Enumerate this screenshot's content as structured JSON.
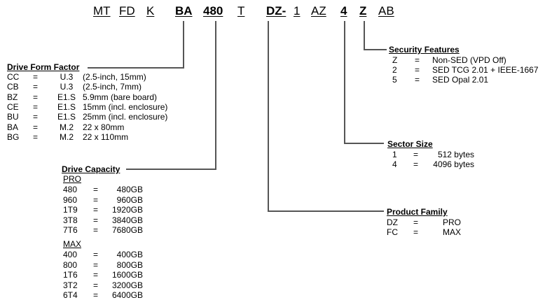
{
  "part_number": [
    "MT",
    "FD",
    "K",
    "BA",
    "480",
    "T",
    "DZ-",
    "1",
    "AZ",
    "4",
    "Z",
    "AB"
  ],
  "form_factor": {
    "title": "Drive Form Factor",
    "rows": [
      [
        "CC",
        "=",
        "U.3",
        "(2.5-inch, 15mm)"
      ],
      [
        "CB",
        "=",
        "U.3",
        "(2.5-inch, 7mm)"
      ],
      [
        "BZ",
        "=",
        "E1.S",
        "5.9mm (bare board)"
      ],
      [
        "CE",
        "=",
        "E1.S",
        "15mm (incl. enclosure)"
      ],
      [
        "BU",
        "=",
        "E1.S",
        "25mm (incl. enclosure)"
      ],
      [
        "BA",
        "=",
        "M.2",
        "22 x 80mm"
      ],
      [
        "BG",
        "=",
        "M.2",
        "22 x 110mm"
      ]
    ]
  },
  "capacity": {
    "title": "Drive Capacity",
    "pro_label": "PRO",
    "pro": [
      [
        "480",
        "=",
        "480GB"
      ],
      [
        "960",
        "=",
        "960GB"
      ],
      [
        "1T9",
        "=",
        "1920GB"
      ],
      [
        "3T8",
        "=",
        "3840GB"
      ],
      [
        "7T6",
        "=",
        "7680GB"
      ]
    ],
    "max_label": "MAX",
    "max": [
      [
        "400",
        "=",
        "400GB"
      ],
      [
        "800",
        "=",
        "800GB"
      ],
      [
        "1T6",
        "=",
        "1600GB"
      ],
      [
        "3T2",
        "=",
        "3200GB"
      ],
      [
        "6T4",
        "=",
        "6400GB"
      ]
    ]
  },
  "security": {
    "title": "Security Features",
    "rows": [
      [
        "Z",
        "=",
        "Non-SED (VPD Off)"
      ],
      [
        "2",
        "=",
        "SED TCG 2.01 + IEEE-1667"
      ],
      [
        "5",
        "=",
        "SED Opal 2.01"
      ]
    ]
  },
  "sector": {
    "title": "Sector Size",
    "rows": [
      [
        "1",
        "=",
        "512 bytes"
      ],
      [
        "4",
        "=",
        "4096 bytes"
      ]
    ]
  },
  "family": {
    "title": "Product Family",
    "rows": [
      [
        "DZ",
        "=",
        "PRO"
      ],
      [
        "FC",
        "=",
        "MAX"
      ]
    ]
  }
}
